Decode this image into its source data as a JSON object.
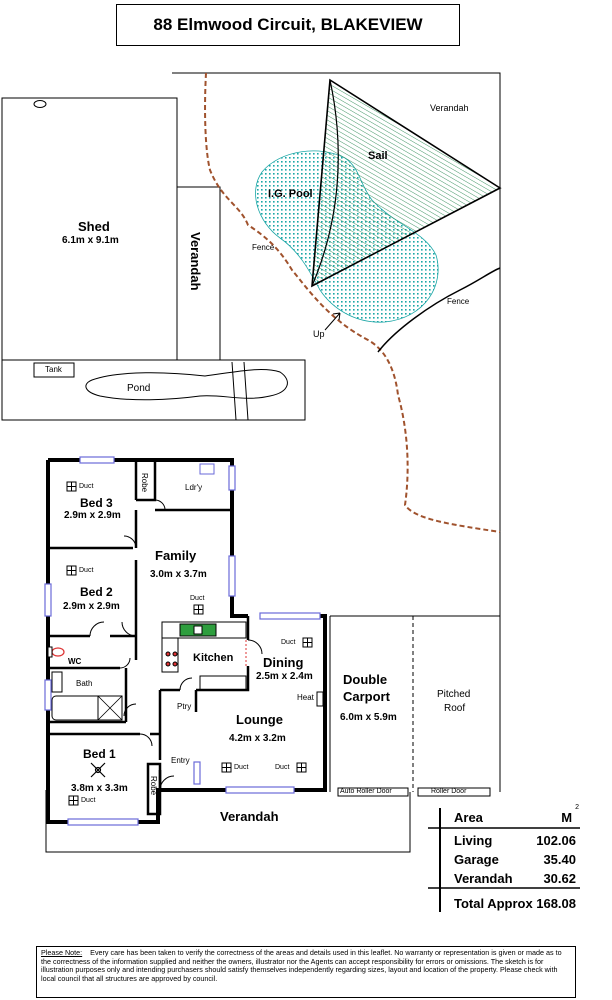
{
  "title": "88 Elmwood Circuit, BLAKEVIEW",
  "outdoor": {
    "verandah_top_right": "Verandah",
    "sail": "Sail",
    "pool": "I.G. Pool",
    "fence_left": "Fence",
    "fence_right": "Fence",
    "up": "Up",
    "shed_name": "Shed",
    "shed_size": "6.1m x 9.1m",
    "verandah_side": "Verandah",
    "tank": "Tank",
    "pond": "Pond"
  },
  "rooms": {
    "bed3_name": "Bed 3",
    "bed3_size": "2.9m x 2.9m",
    "robe_top": "Robe",
    "laundry": "Ldr'y",
    "family_name": "Family",
    "family_size": "3.0m x 3.7m",
    "bed2_name": "Bed 2",
    "bed2_size": "2.9m x 2.9m",
    "wc": "WC",
    "bath": "Bath",
    "kitchen": "Kitchen",
    "pantry": "Ptry",
    "dining_name": "Dining",
    "dining_size": "2.5m x 2.4m",
    "lounge_name": "Lounge",
    "lounge_size": "4.2m x 3.2m",
    "heat": "Heat",
    "entry": "Entry",
    "bed1_name": "Bed 1",
    "bed1_size": "3.8m x 3.3m",
    "robe_bottom": "Robe",
    "carport_name1": "Double",
    "carport_name2": "Carport",
    "carport_size": "6.0m x 5.9m",
    "pitched1": "Pitched",
    "pitched2": "Roof",
    "auto_roller": "Auto Roller Door",
    "roller": "Roller Door",
    "verandah_front": "Verandah",
    "duct": "Duct"
  },
  "area_table": {
    "header": "Area",
    "unit": "M",
    "unit_sup": "2",
    "rows": [
      {
        "name": "Living",
        "value": "102.06"
      },
      {
        "name": "Garage",
        "value": "35.40"
      },
      {
        "name": "Verandah",
        "value": "30.62"
      }
    ],
    "total_name": "Total Approx",
    "total_value": "168.08"
  },
  "note": {
    "heading": "Please Note:",
    "text": "Every care has been taken to verify the correctness of the areas and details used in this leaflet. No warranty or representation is given or made as to the correctness of the information supplied and neither the owners, illustrator nor the Agents can accept responsibility for errors or omissions. The sketch is for illustration purposes only and intending purchasers should satisfy themselves independently regarding sizes, layout and location of the property. Please check with local council that all structures are approved by council."
  },
  "colors": {
    "fence_dashed": "#a0522d",
    "pool_dots": "#1aa6a6",
    "sail_lines": "#2e8b57",
    "kitchen_green": "#2e9e3e",
    "window_blue": "#6a6ad8"
  }
}
